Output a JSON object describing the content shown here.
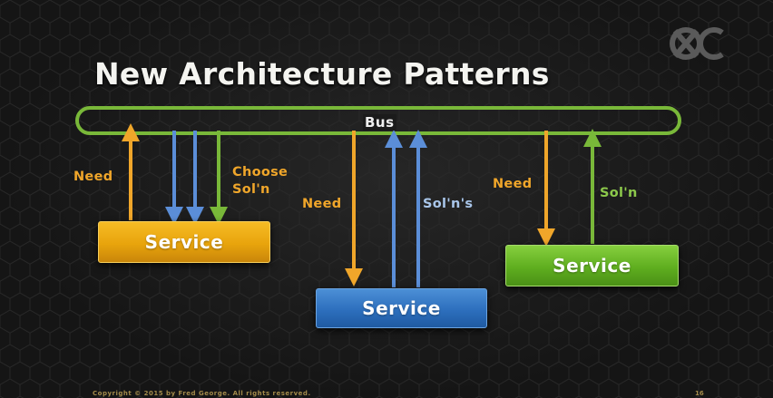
{
  "slide": {
    "title": "New Architecture Patterns",
    "bus_label": "Bus",
    "labels": {
      "need_left": "Need",
      "choose_line1": "Choose",
      "choose_line2": "Sol'n",
      "need_center": "Need",
      "solns_center": "Sol'n's",
      "need_right": "Need",
      "soln_right": "Sol'n"
    },
    "services": {
      "orange": "Service",
      "blue": "Service",
      "green": "Service"
    },
    "footer": "Copyright © 2015 by Fred George. All rights reserved.",
    "page_number": "16"
  },
  "colors": {
    "bus": "#79b839",
    "need_arrow": "#f0a62a",
    "solution_arrow_blue": "#5b8ed8",
    "solution_arrow_green": "#79b839",
    "service_orange": "#eaa612",
    "service_blue": "#2f72c0",
    "service_green": "#63b322"
  }
}
